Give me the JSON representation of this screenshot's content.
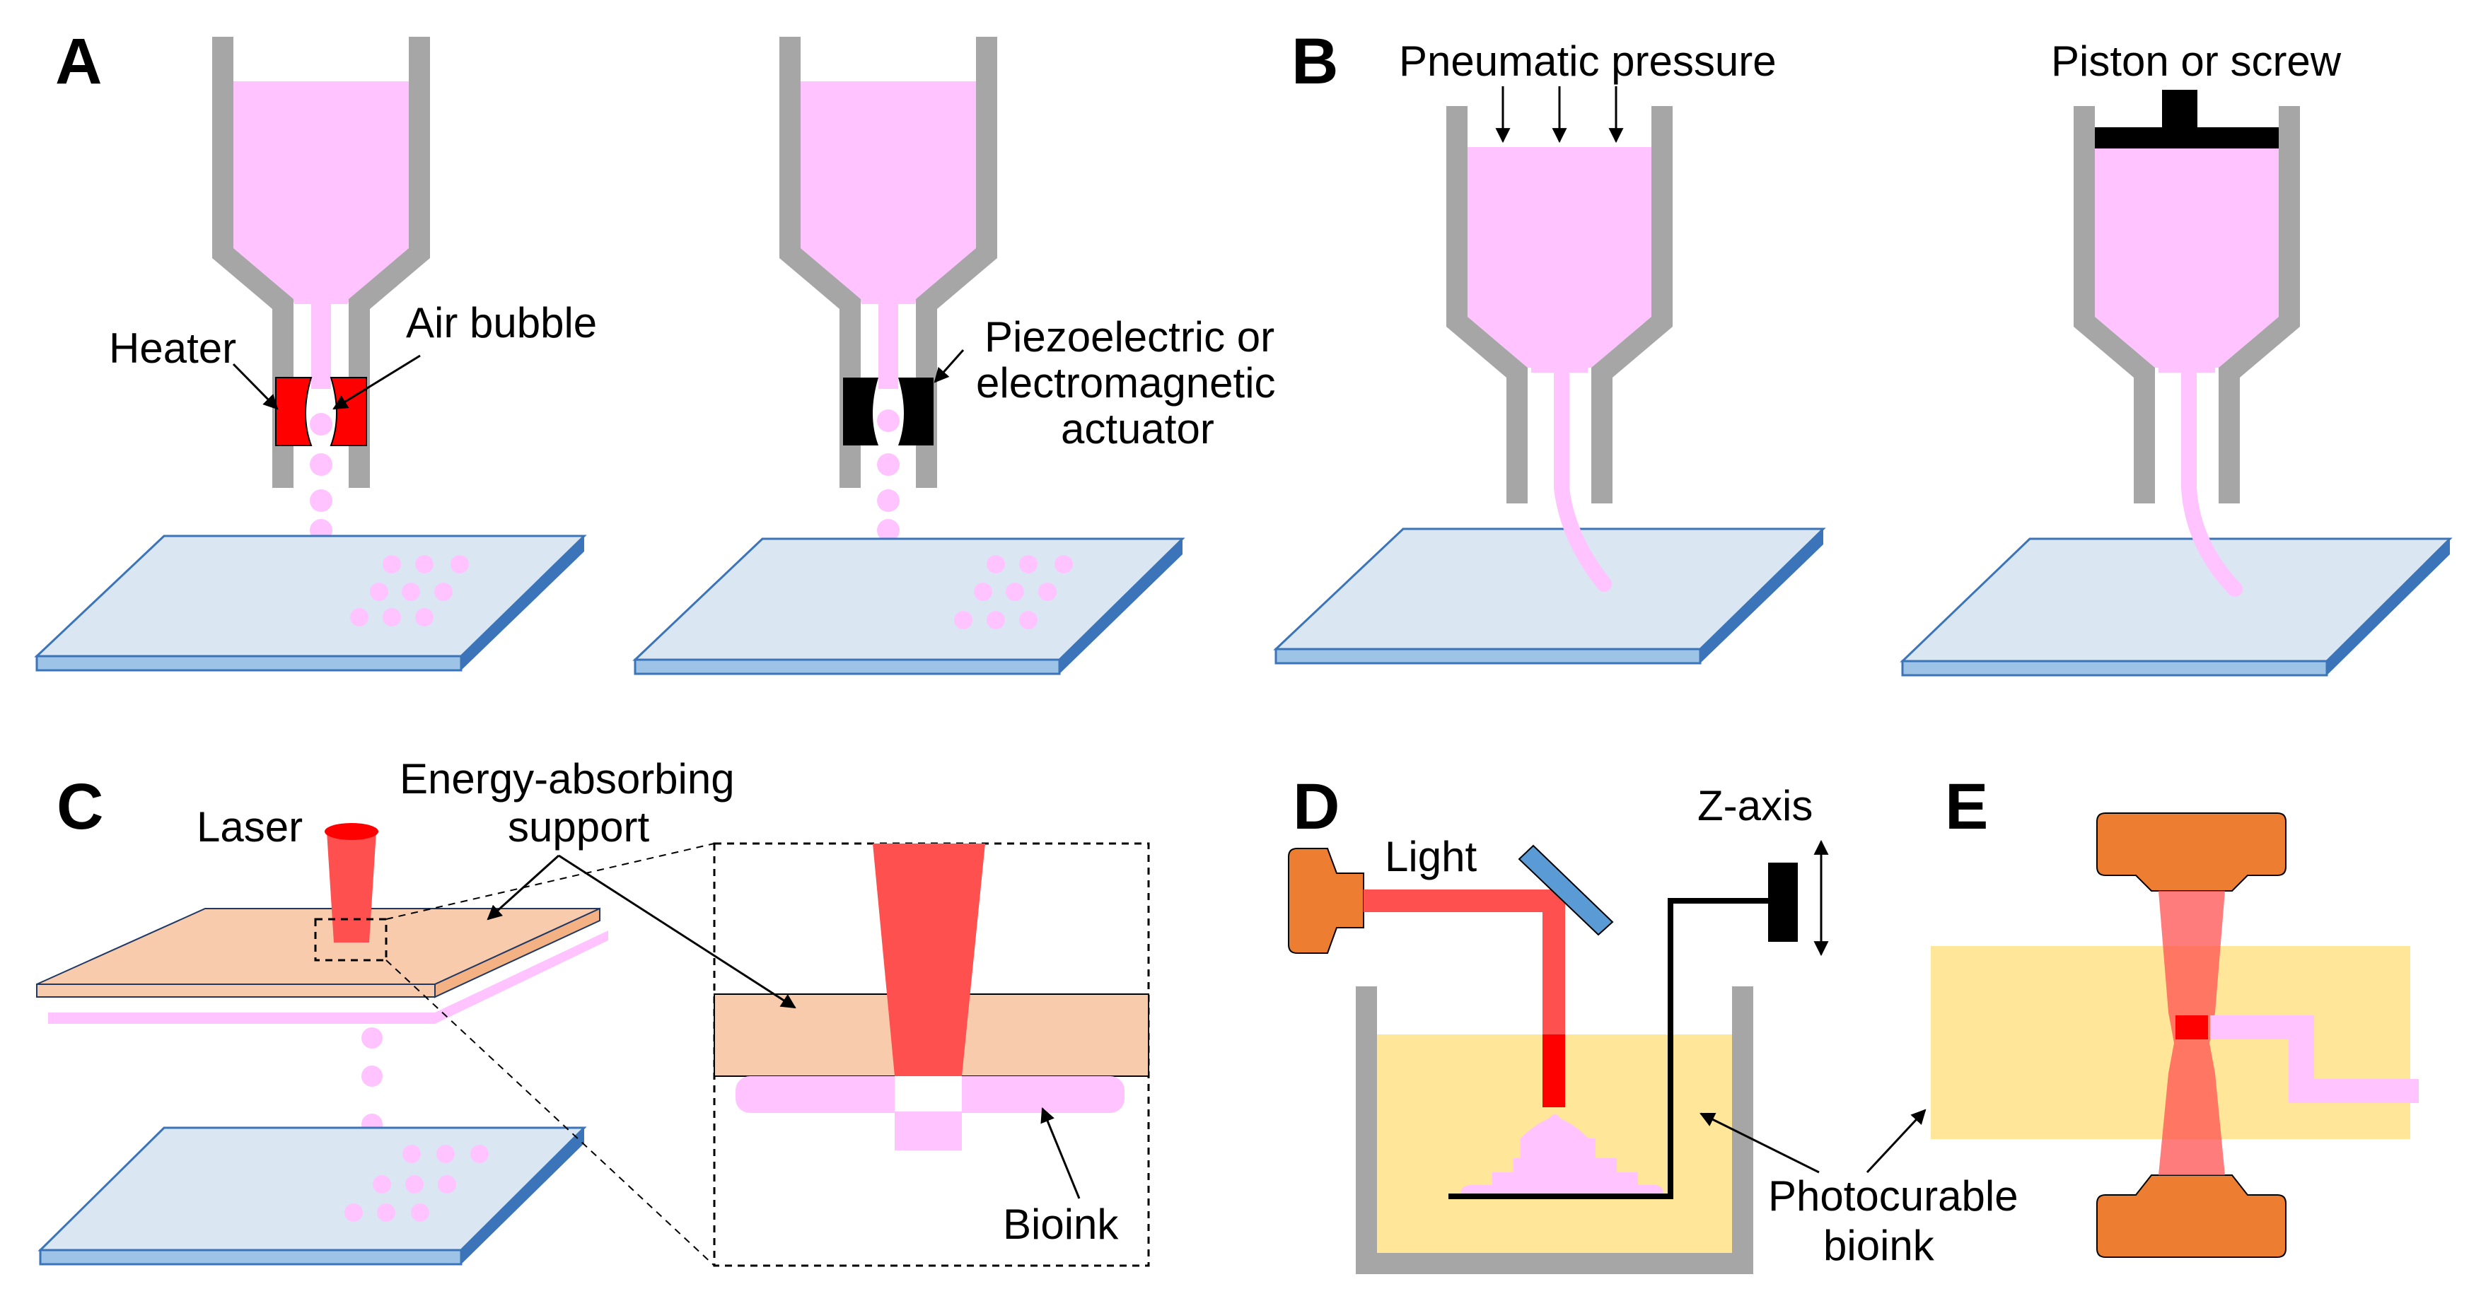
{
  "panels": {
    "a": "A",
    "b": "B",
    "c": "C",
    "d": "D",
    "e": "E"
  },
  "labels": {
    "heater": "Heater",
    "air_bubble": "Air bubble",
    "piezo_line1": "Piezoelectric or",
    "piezo_line2": "electromagnetic",
    "piezo_line3": "actuator",
    "pneumatic": "Pneumatic pressure",
    "piston": "Piston or screw",
    "laser": "Laser",
    "energy_line1": "Energy-absorbing",
    "energy_line2": "support",
    "bioink": "Bioink",
    "light": "Light",
    "zaxis": "Z-axis",
    "photo_line1": "Photocurable",
    "photo_line2": "bioink"
  },
  "colors": {
    "ink_pink": "#FFC4FF",
    "nozzle_gray": "#A6A6A6",
    "plate_top": "#DAE6F2",
    "plate_side": "#3B74B8",
    "heater_red": "#FF0000",
    "laser_red": "#FF5050",
    "support_tan": "#F8CBAD",
    "light_source_orange": "#ED7D31",
    "vat_yellow": "#FFE699",
    "mirror_blue": "#5B9BD5"
  }
}
